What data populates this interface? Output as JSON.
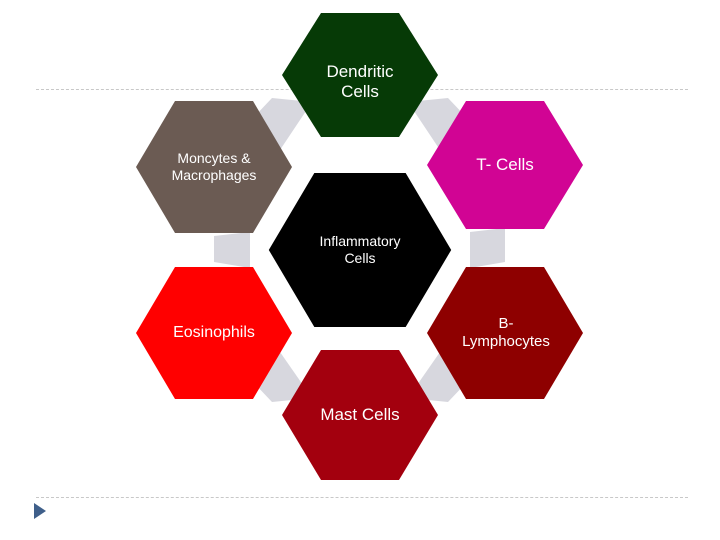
{
  "diagram": {
    "center": {
      "label": "Inflammatory Cells",
      "lines": [
        "Inflammatory",
        "Cells"
      ],
      "color": "#000000"
    },
    "nodes": [
      {
        "id": "dendritic",
        "lines": [
          "Dendritic",
          "Cells"
        ],
        "color": "#063a06"
      },
      {
        "id": "tcells",
        "lines": [
          "T- Cells"
        ],
        "color": "#d10494"
      },
      {
        "id": "blymph",
        "lines": [
          "B-",
          "Lymphocytes"
        ],
        "color": "#8e0000"
      },
      {
        "id": "mast",
        "lines": [
          "Mast Cells"
        ],
        "color": "#a3000e"
      },
      {
        "id": "eosin",
        "lines": [
          "Eosinophils"
        ],
        "color": "#ff0000"
      },
      {
        "id": "mono",
        "lines": [
          "Moncytes &",
          "Macrophages"
        ],
        "color": "#6b5b53"
      }
    ],
    "connector_color": "#c9c9d3"
  },
  "slide": {
    "bullet_icon": "triangle-bullet-icon",
    "bullet_color": "#3f5f8a"
  }
}
